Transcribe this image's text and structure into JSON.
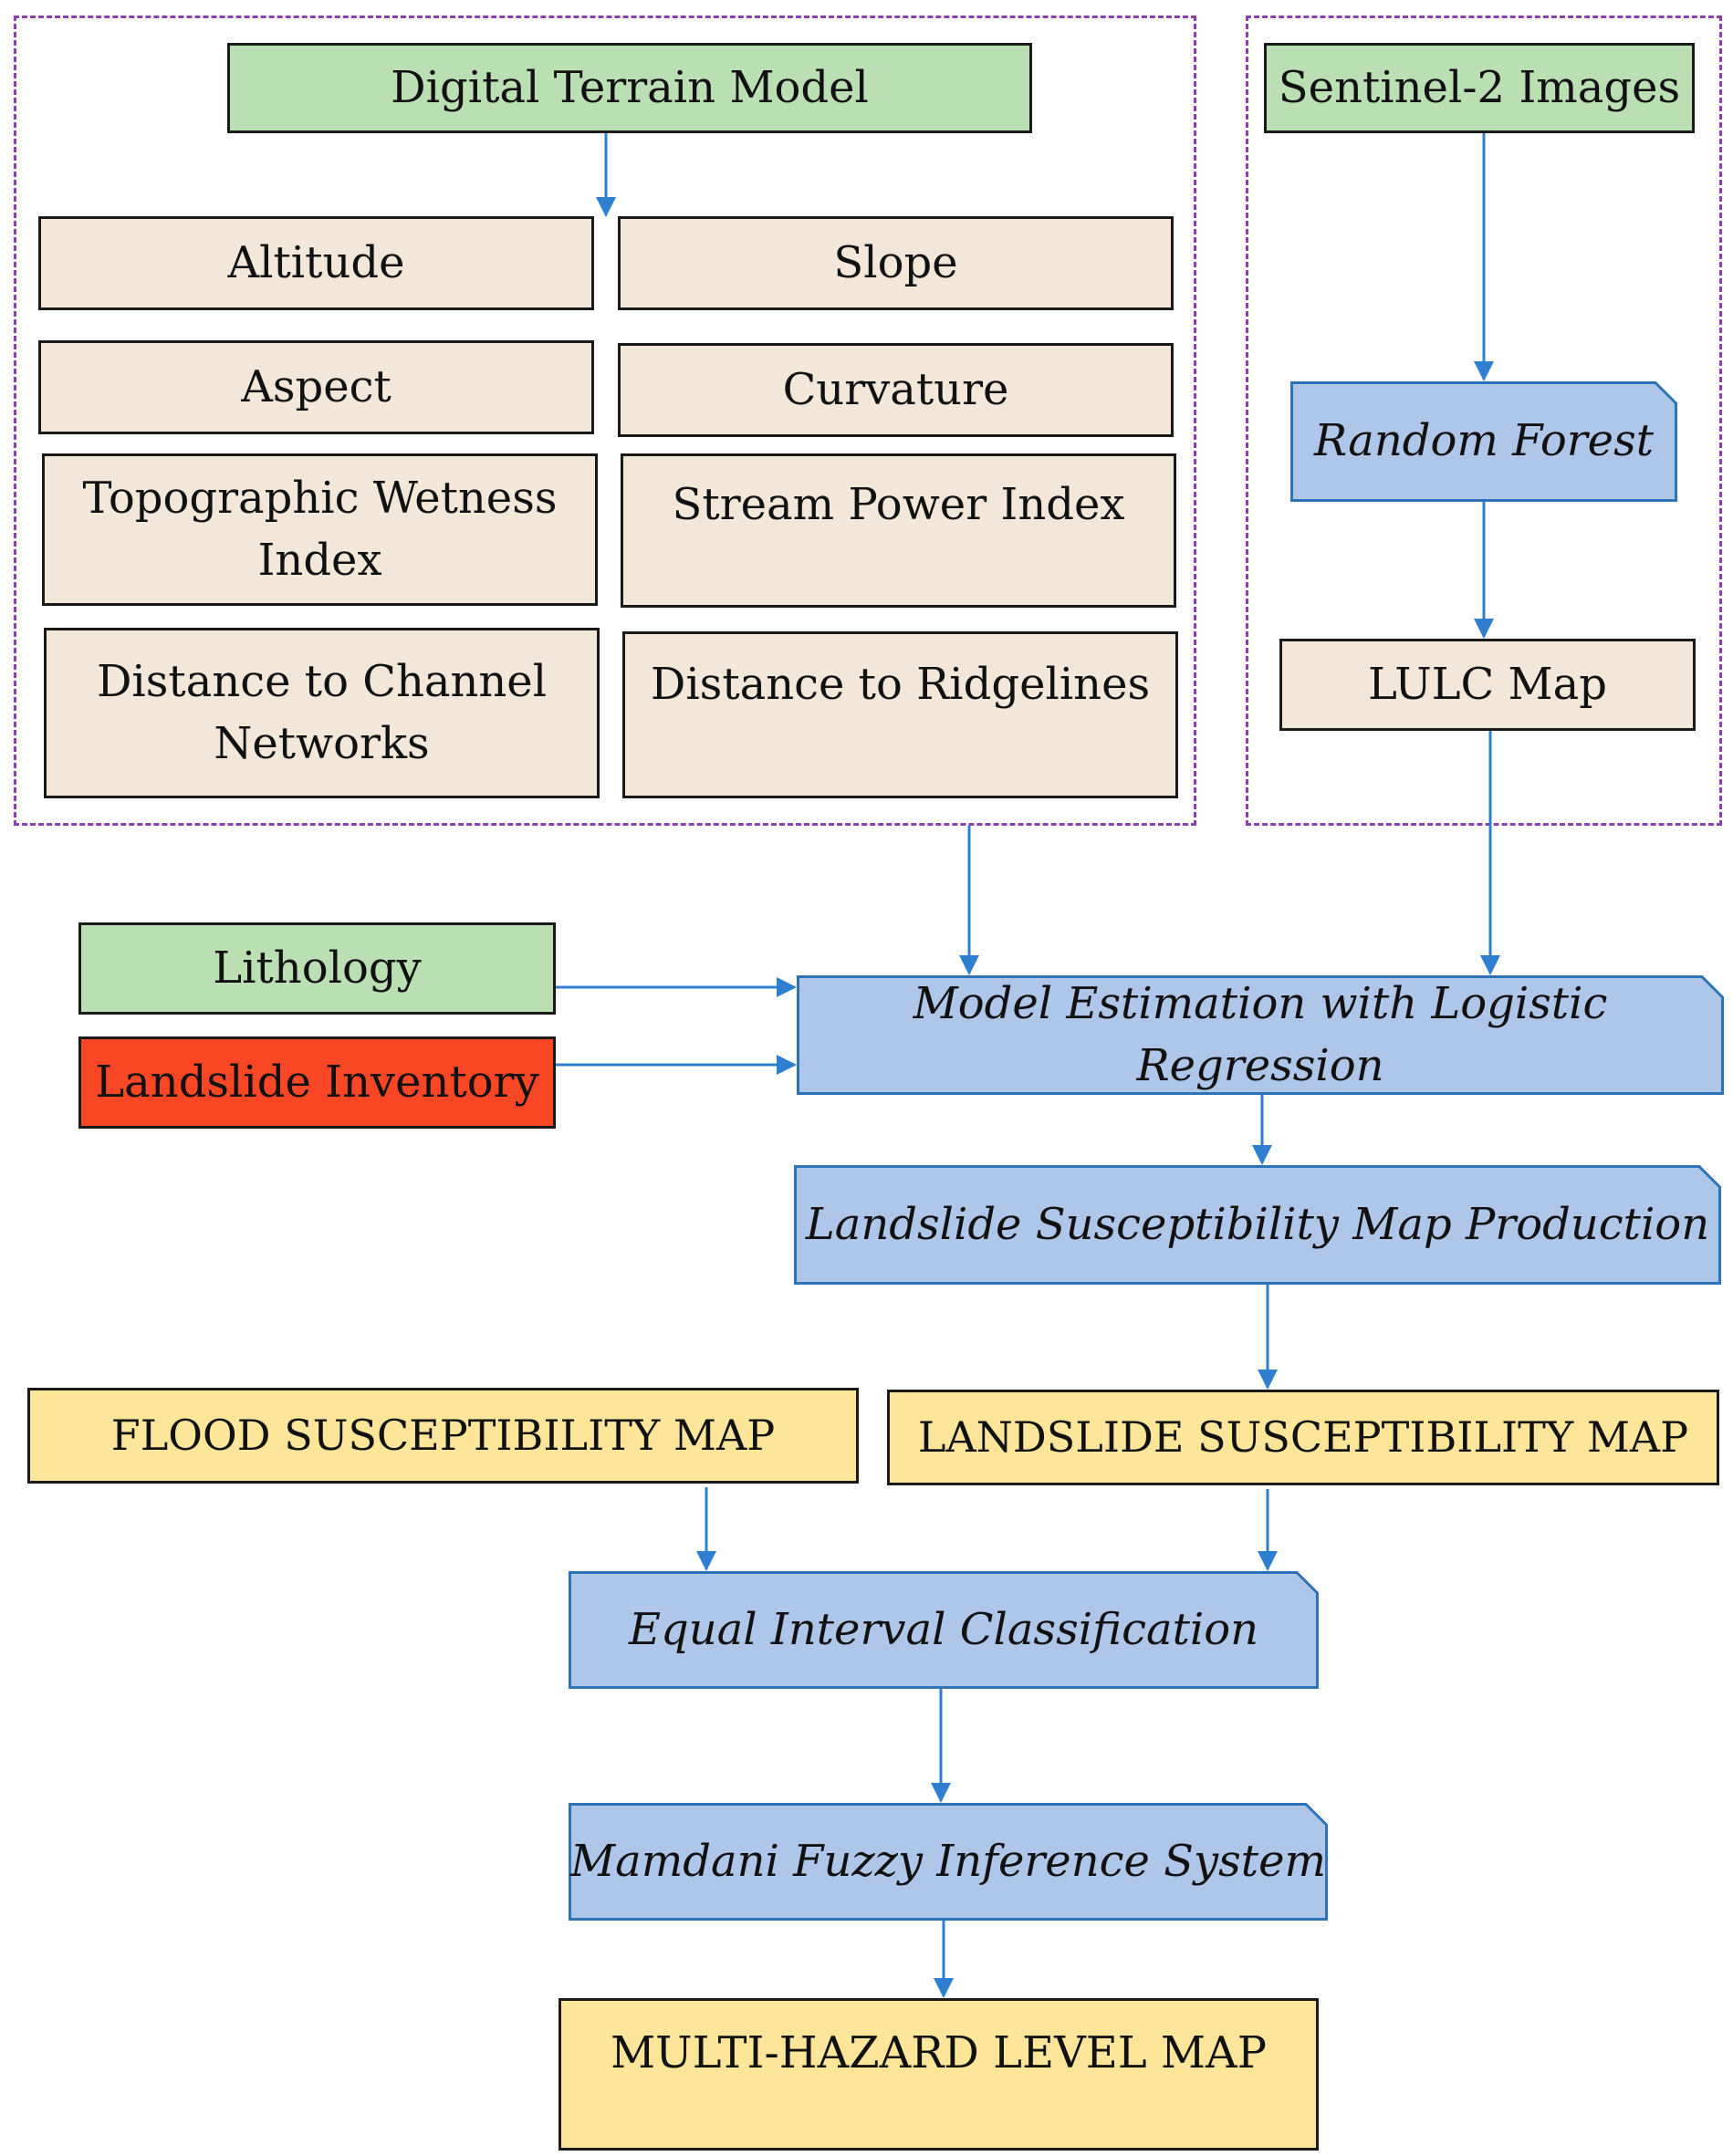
{
  "nodes": {
    "dtm": "Digital Terrain Model",
    "sentinel": "Sentinel-2 Images",
    "altitude": "Altitude",
    "slope": "Slope",
    "aspect": "Aspect",
    "curvature": "Curvature",
    "twi_line1": "Topographic Wetness",
    "twi_line2": "Index",
    "spi": "Stream Power Index",
    "dcn_line1": "Distance to Channel",
    "dcn_line2": "Networks",
    "dridge": "Distance to Ridgelines",
    "random_forest": "Random Forest",
    "lulc": "LULC Map",
    "lithology": "Lithology",
    "inventory": "Landslide Inventory",
    "logistic": "Model Estimation with Logistic Regression",
    "lsm_production": "Landslide Susceptibility Map Production",
    "flood_map": "FLOOD SUSCEPTIBILITY MAP",
    "landslide_map": "LANDSLIDE SUSCEPTIBILITY MAP",
    "equal_interval": "Equal Interval Classification",
    "mamdani": "Mamdani Fuzzy Inference System",
    "multi_hazard": "MULTI-HAZARD LEVEL MAP"
  },
  "colors": {
    "green": "#b9dfb2",
    "beige": "#f2e7d9",
    "blue": "#aec7e8",
    "yellow": "#fde69a",
    "red": "#f94624",
    "arrow": "#2e7fd0",
    "dashed_border": "#8b3fb0"
  }
}
